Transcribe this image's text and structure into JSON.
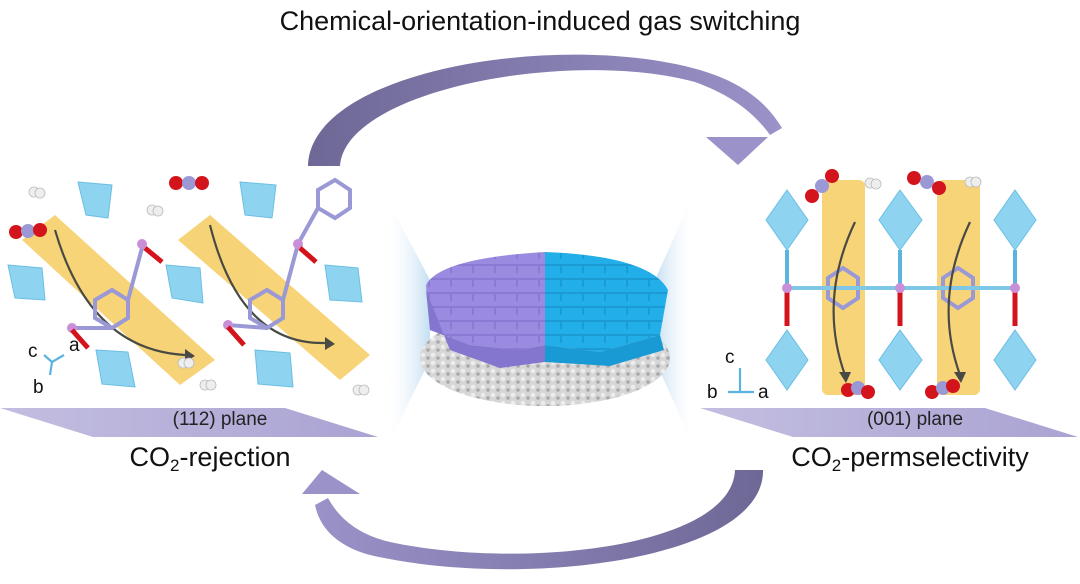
{
  "title": "Chemical-orientation-induced gas switching",
  "left_panel": {
    "plane_label": "(112) plane",
    "caption_prefix": "CO",
    "caption_sub": "2",
    "caption_suffix": "-rejection",
    "axes": {
      "c": "c",
      "a": "a",
      "b": "b"
    }
  },
  "right_panel": {
    "plane_label": "(001) plane",
    "caption_prefix": "CO",
    "caption_sub": "2",
    "caption_suffix": "-permselectivity",
    "axes": {
      "c": "c",
      "a": "a",
      "b": "b"
    }
  },
  "colors": {
    "arrow_dark": "#6e6896",
    "arrow_light": "#9a92c8",
    "channel": "#f7cf6a",
    "octahedron": "#8ed3f0",
    "purple_grains": "#9b8be0",
    "blue_grains": "#22aee8",
    "support": "#cfcfcf",
    "plane_bar": "#b9b3da",
    "oxygen": "#d4141c",
    "carbon": "#9b98d6",
    "hydrogen": "#f2f2f2"
  }
}
